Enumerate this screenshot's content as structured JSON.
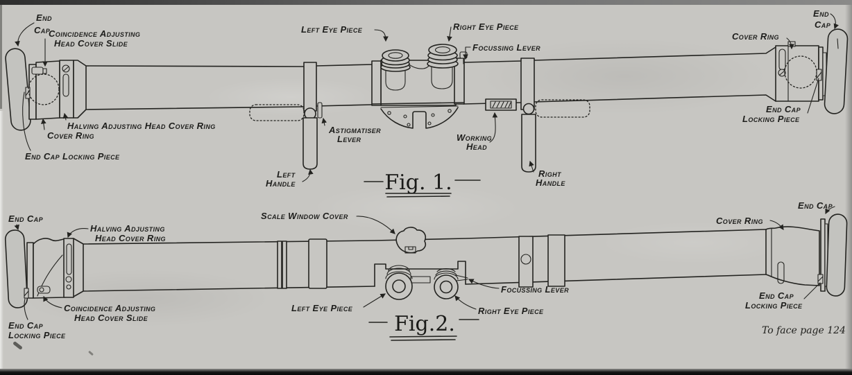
{
  "colors": {
    "paper": "#c7c6c2",
    "ink": "#232320",
    "edge_band": "#141414"
  },
  "footnote": "To face page 124",
  "figure1": {
    "caption": "Fig. 1.",
    "labels": {
      "end_cap_left": [
        "End",
        "Cap"
      ],
      "coincidence_adjusting_head_cover_slide": [
        "Coincidence Adjusting",
        "Head Cover Slide"
      ],
      "halving_adjusting_head_cover_ring": [
        "Halving Adjusting Head Cover Ring"
      ],
      "cover_ring_left": [
        "Cover Ring"
      ],
      "end_cap_locking_piece_left": [
        "End Cap Locking Piece"
      ],
      "left_eye_piece": [
        "Left Eye Piece"
      ],
      "right_eye_piece": [
        "Right Eye Piece"
      ],
      "focussing_lever": [
        "Focussing Lever"
      ],
      "astigmatiser_lever": [
        "Astigmatiser",
        "Lever"
      ],
      "left_handle": [
        "Left",
        "Handle"
      ],
      "working_head": [
        "Working",
        "Head"
      ],
      "right_handle": [
        "Right",
        "Handle"
      ],
      "cover_ring_right": [
        "Cover Ring"
      ],
      "end_cap_right": [
        "End",
        "Cap"
      ],
      "end_cap_locking_piece_right": [
        "End Cap",
        "Locking Piece"
      ]
    }
  },
  "figure2": {
    "caption": "Fig.2.",
    "labels": {
      "end_cap_left": [
        "End Cap"
      ],
      "halving_adjusting_head_cover_ring": [
        "Halving Adjusting",
        "Head Cover Ring"
      ],
      "scale_window_cover": [
        "Scale Window Cover"
      ],
      "coincidence_adjusting_head_cover_slide": [
        "Coincidence Adjusting",
        "Head Cover Slide"
      ],
      "end_cap_locking_piece_left": [
        "End Cap",
        "Locking Piece"
      ],
      "left_eye_piece": [
        "Left Eye Piece"
      ],
      "right_eye_piece": [
        "Right Eye Piece"
      ],
      "focussing_lever": [
        "Focussing Lever"
      ],
      "cover_ring_right": [
        "Cover Ring"
      ],
      "end_cap_right": [
        "End Cap"
      ],
      "end_cap_locking_piece_right": [
        "End Cap",
        "Locking Piece"
      ]
    }
  }
}
